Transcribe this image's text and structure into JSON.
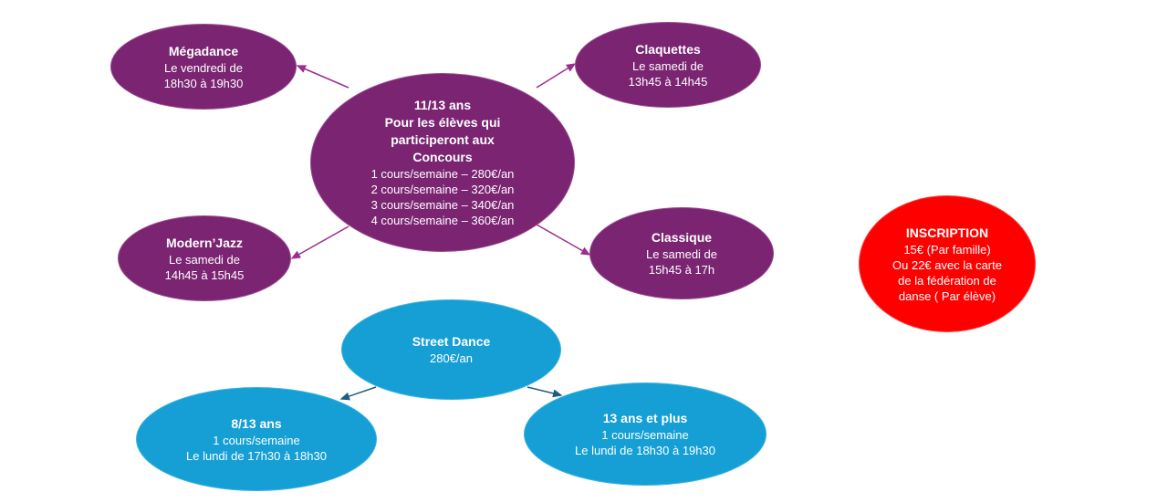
{
  "colors": {
    "purple": "#7a2472",
    "blue": "#159fd5",
    "red": "#ff0000",
    "purple_arrow": "#9b2f91",
    "blue_arrow": "#1f5f7d"
  },
  "center": {
    "title_lines": [
      "11/13 ans",
      "Pour les élèves qui",
      "participeront aux",
      "Concours"
    ],
    "prices": [
      "1 cours/semaine – 280€/an",
      "2 cours/semaine – 320€/an",
      "3 cours/semaine – 340€/an",
      "4 cours/semaine – 360€/an"
    ]
  },
  "megadance": {
    "title": "Mégadance",
    "line1": "Le vendredi de",
    "line2": "18h30 à 19h30"
  },
  "claquettes": {
    "title": "Claquettes",
    "line1": "Le samedi de",
    "line2": "13h45 à 14h45"
  },
  "modernjazz": {
    "title": "Modern’Jazz",
    "line1": "Le samedi de",
    "line2": "14h45 à 15h45"
  },
  "classique": {
    "title": "Classique",
    "line1": "Le samedi de",
    "line2": "15h45 à 17h"
  },
  "street": {
    "title": "Street Dance",
    "line1": "280€/an"
  },
  "age813": {
    "title": "8/13 ans",
    "line1": "1 cours/semaine",
    "line2": "Le lundi de 17h30 à 18h30"
  },
  "age13plus": {
    "title": "13 ans et plus",
    "line1": "1 cours/semaine",
    "line2": "Le lundi de 18h30 à 19h30"
  },
  "inscription": {
    "title": "INSCRIPTION",
    "lines": [
      "15€ (Par famille)",
      "Ou 22€ avec la carte",
      "de la fédération de",
      "danse ( Par élève)"
    ]
  }
}
